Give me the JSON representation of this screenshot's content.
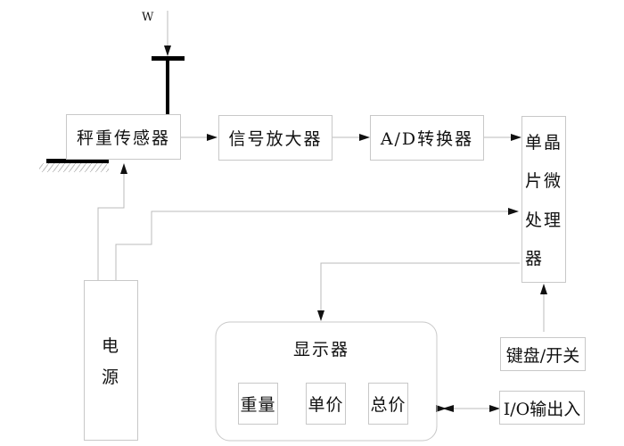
{
  "diagram": {
    "title": "",
    "input_label": "W",
    "nodes": {
      "sensor": "秤重传感器",
      "amplifier": "信号放大器",
      "adc": "A/D转换器",
      "mcu": [
        "单晶",
        "片微",
        "处理",
        "器"
      ],
      "power": [
        "电",
        "源"
      ],
      "display": "显示器",
      "weight": "重量",
      "unit_price": "单价",
      "total_price": "总价",
      "keyboard": "键盘/开关",
      "io": "I/O输出入"
    },
    "edges": [
      {
        "from": "W",
        "to": "sensor"
      },
      {
        "from": "sensor",
        "to": "amplifier"
      },
      {
        "from": "amplifier",
        "to": "adc"
      },
      {
        "from": "adc",
        "to": "mcu"
      },
      {
        "from": "power",
        "to": "sensor"
      },
      {
        "from": "power",
        "to": "mcu"
      },
      {
        "from": "mcu",
        "to": "display"
      },
      {
        "from": "keyboard",
        "to": "mcu"
      },
      {
        "from": "io",
        "to": "display",
        "bidirectional": true
      }
    ]
  }
}
